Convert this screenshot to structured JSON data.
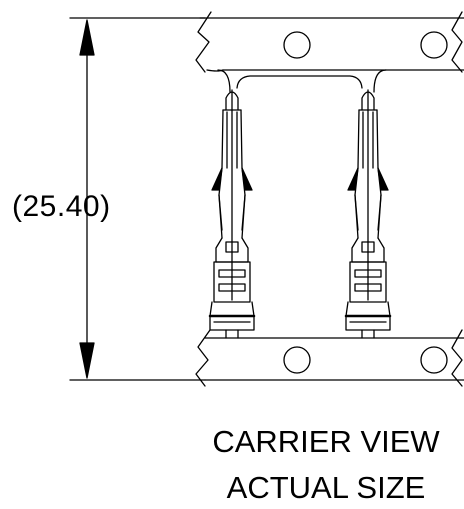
{
  "dimension": {
    "value_text": "(25.40)"
  },
  "caption": {
    "line1": "CARRIER VIEW",
    "line2": "ACTUAL SIZE"
  },
  "colors": {
    "line": "#000000",
    "background": "#ffffff"
  }
}
